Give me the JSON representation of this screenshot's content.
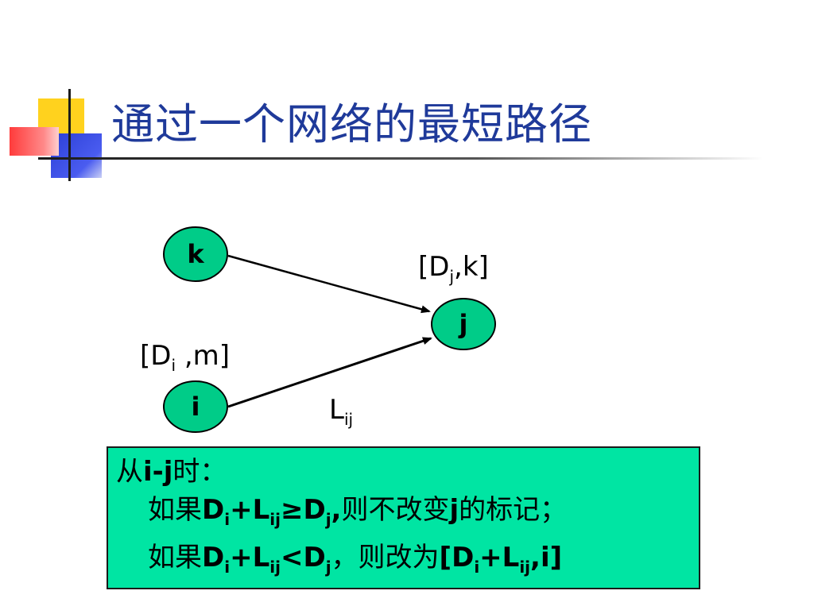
{
  "title": "通过一个网络的最短路径",
  "colors": {
    "title": "#1f3a9a",
    "node_fill": "#00cc88",
    "box_fill": "#00e5a3",
    "deco_yellow": "#ffd21e",
    "deco_blue": "#2b3fd6",
    "deco_red": "#ff4d4d"
  },
  "nodes": {
    "k": "k",
    "j": "j",
    "i": "i"
  },
  "labels": {
    "j_label": {
      "open": "[D",
      "sub": "j",
      "close": ",k]"
    },
    "i_label": {
      "open": "[D",
      "sub": "i",
      "close": " ,m]"
    },
    "edge_label": {
      "main": "L",
      "sub": "ij"
    }
  },
  "rule": {
    "line1": {
      "pre": "从",
      "bold": "i-j",
      "post": "时："
    },
    "line2": {
      "pre": "如果",
      "d": "D",
      "d_sub": "i",
      "plus": "+L",
      "l_sub": "ij",
      "op": "≥D",
      "dj_sub": "j",
      "comma": ",",
      "mid": "则不改变",
      "j": "j",
      "post": "的标记；"
    },
    "line3": {
      "pre": "如果",
      "d": "D",
      "d_sub": "i",
      "plus": "+L",
      "l_sub": "ij",
      "op": "<D",
      "dj_sub": "j",
      "mid": "，则改为",
      "bracket_open": "[D",
      "b_sub": "i",
      "bracket_plus": "+L",
      "b_lsub": "ij",
      "bracket_close": ",i]"
    }
  }
}
